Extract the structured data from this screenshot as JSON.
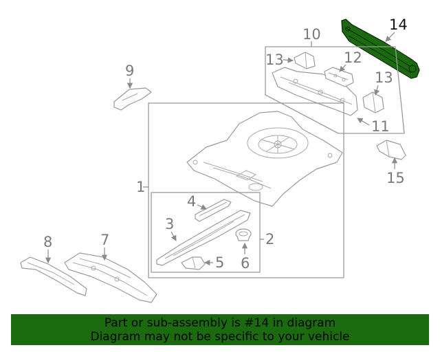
{
  "diagram": {
    "highlight_color": "#1a6b0e",
    "highlighted_part": "14",
    "callouts": {
      "c1": "1",
      "c2": "2",
      "c3": "3",
      "c4": "4",
      "c5": "5",
      "c6": "6",
      "c7": "7",
      "c8": "8",
      "c9": "9",
      "c10": "10",
      "c11": "11",
      "c12": "12",
      "c13a": "13",
      "c13b": "13",
      "c14": "14",
      "c15": "15"
    }
  },
  "banner": {
    "line1": "Part or sub-assembly is #14 in diagram",
    "line2": "Diagram may not be specific to your vehicle"
  }
}
